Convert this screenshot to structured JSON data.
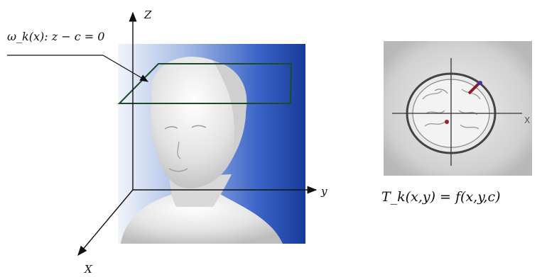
{
  "figure": {
    "plane_equation": "ω_k(x): z − c = 0",
    "axis_z": "Z",
    "axis_y": "y",
    "axis_x": "X",
    "slice_axis_x": "X",
    "slice_equation": "T_k(x,y) = f(x,y,c)"
  },
  "colors": {
    "backdrop_light": "#e8eef8",
    "backdrop_dark": "#1a3c9c",
    "plane_outline": "#1d4a2c",
    "axis": "#111111",
    "slice_bg": "#cfcfcf"
  },
  "icons": {
    "head_model": "head-icon",
    "brain_slice": "brain-slice-icon"
  }
}
